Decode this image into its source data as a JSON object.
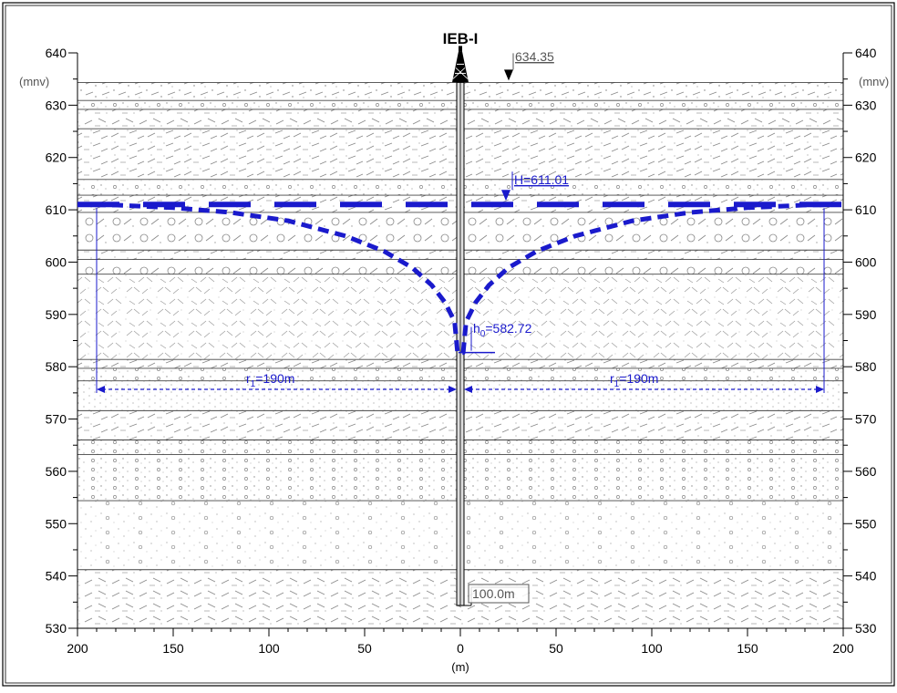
{
  "well": {
    "name": "IEB-I",
    "ground_elevation_label": "634.35",
    "ground_elevation": 634.35,
    "static_level_label": "H=611.01",
    "static_level": 611.01,
    "dynamic_level_label": "h0=582.72",
    "dynamic_level_prefix": "h",
    "dynamic_level_sub": "0",
    "dynamic_level_value": "=582.72",
    "dynamic_level": 582.72,
    "depth_label": "100.0m",
    "bottom_elevation": 534.35
  },
  "radius": {
    "left_label_prefix": "r",
    "left_label_sub": "1",
    "left_label_value": "=190m",
    "right_label_prefix": "r",
    "right_label_sub": "1",
    "right_label_value": "=190m",
    "value_m": 190
  },
  "axes": {
    "y_unit_left": "(mnv)",
    "y_unit_right": "(mnv)",
    "x_unit": "(m)",
    "y_min": 530,
    "y_max": 640,
    "y_ticks": [
      "530",
      "540",
      "550",
      "560",
      "570",
      "580",
      "590",
      "600",
      "610",
      "620",
      "630",
      "640"
    ],
    "x_ticks": [
      "200",
      "150",
      "100",
      "50",
      "0",
      "50",
      "100",
      "150",
      "200"
    ],
    "x_min": -200,
    "x_max": 200
  },
  "layers": [
    {
      "top": 634.35,
      "bottom": 630.9,
      "pattern": "dots-dash"
    },
    {
      "top": 630.9,
      "bottom": 629.2,
      "pattern": "dots-circles"
    },
    {
      "top": 629.2,
      "bottom": 625.5,
      "pattern": "dash-marks"
    },
    {
      "top": 625.5,
      "bottom": 615.8,
      "pattern": "dash-dots"
    },
    {
      "top": 615.8,
      "bottom": 612.8,
      "pattern": "dots-circles"
    },
    {
      "top": 612.8,
      "bottom": 609.5,
      "pattern": "dash-dots"
    },
    {
      "top": 609.5,
      "bottom": 602.3,
      "pattern": "big-circles"
    },
    {
      "top": 602.3,
      "bottom": 600.5,
      "pattern": "dash-dots"
    },
    {
      "top": 600.5,
      "bottom": 597.7,
      "pattern": "big-circles"
    },
    {
      "top": 597.7,
      "bottom": 581.4,
      "pattern": "hatch"
    },
    {
      "top": 581.4,
      "bottom": 579.7,
      "pattern": "dash-dots"
    },
    {
      "top": 579.7,
      "bottom": 577.3,
      "pattern": "dots-circles"
    },
    {
      "top": 577.3,
      "bottom": 571.6,
      "pattern": "fine-dots"
    },
    {
      "top": 571.6,
      "bottom": 566.0,
      "pattern": "dash-dots"
    },
    {
      "top": 566.0,
      "bottom": 563.2,
      "pattern": "dots-circles"
    },
    {
      "top": 563.2,
      "bottom": 554.4,
      "pattern": "dots-circles"
    },
    {
      "top": 554.4,
      "bottom": 541.2,
      "pattern": "dots-circles-loose"
    },
    {
      "top": 541.2,
      "bottom": 530.0,
      "pattern": "dash-marks"
    }
  ],
  "drawdown_curve": [
    {
      "x": -200,
      "y": 611.01
    },
    {
      "x": -180,
      "y": 610.9
    },
    {
      "x": -150,
      "y": 610.4
    },
    {
      "x": -120,
      "y": 609.5
    },
    {
      "x": -90,
      "y": 607.9
    },
    {
      "x": -60,
      "y": 605.0
    },
    {
      "x": -40,
      "y": 602.1
    },
    {
      "x": -25,
      "y": 598.9
    },
    {
      "x": -15,
      "y": 595.6
    },
    {
      "x": -8,
      "y": 592.3
    },
    {
      "x": -3,
      "y": 588.6
    },
    {
      "x": -1.5,
      "y": 582.72
    },
    {
      "x": 1.5,
      "y": 582.72
    },
    {
      "x": 3,
      "y": 588.6
    },
    {
      "x": 8,
      "y": 592.3
    },
    {
      "x": 15,
      "y": 595.6
    },
    {
      "x": 25,
      "y": 598.9
    },
    {
      "x": 40,
      "y": 602.1
    },
    {
      "x": 60,
      "y": 605.0
    },
    {
      "x": 90,
      "y": 607.9
    },
    {
      "x": 120,
      "y": 609.5
    },
    {
      "x": 150,
      "y": 610.4
    },
    {
      "x": 180,
      "y": 610.9
    },
    {
      "x": 200,
      "y": 611.01
    }
  ],
  "colors": {
    "water": "#1a1acc",
    "line": "#000000",
    "grid_line": "#444444",
    "label_gray": "#555555"
  }
}
